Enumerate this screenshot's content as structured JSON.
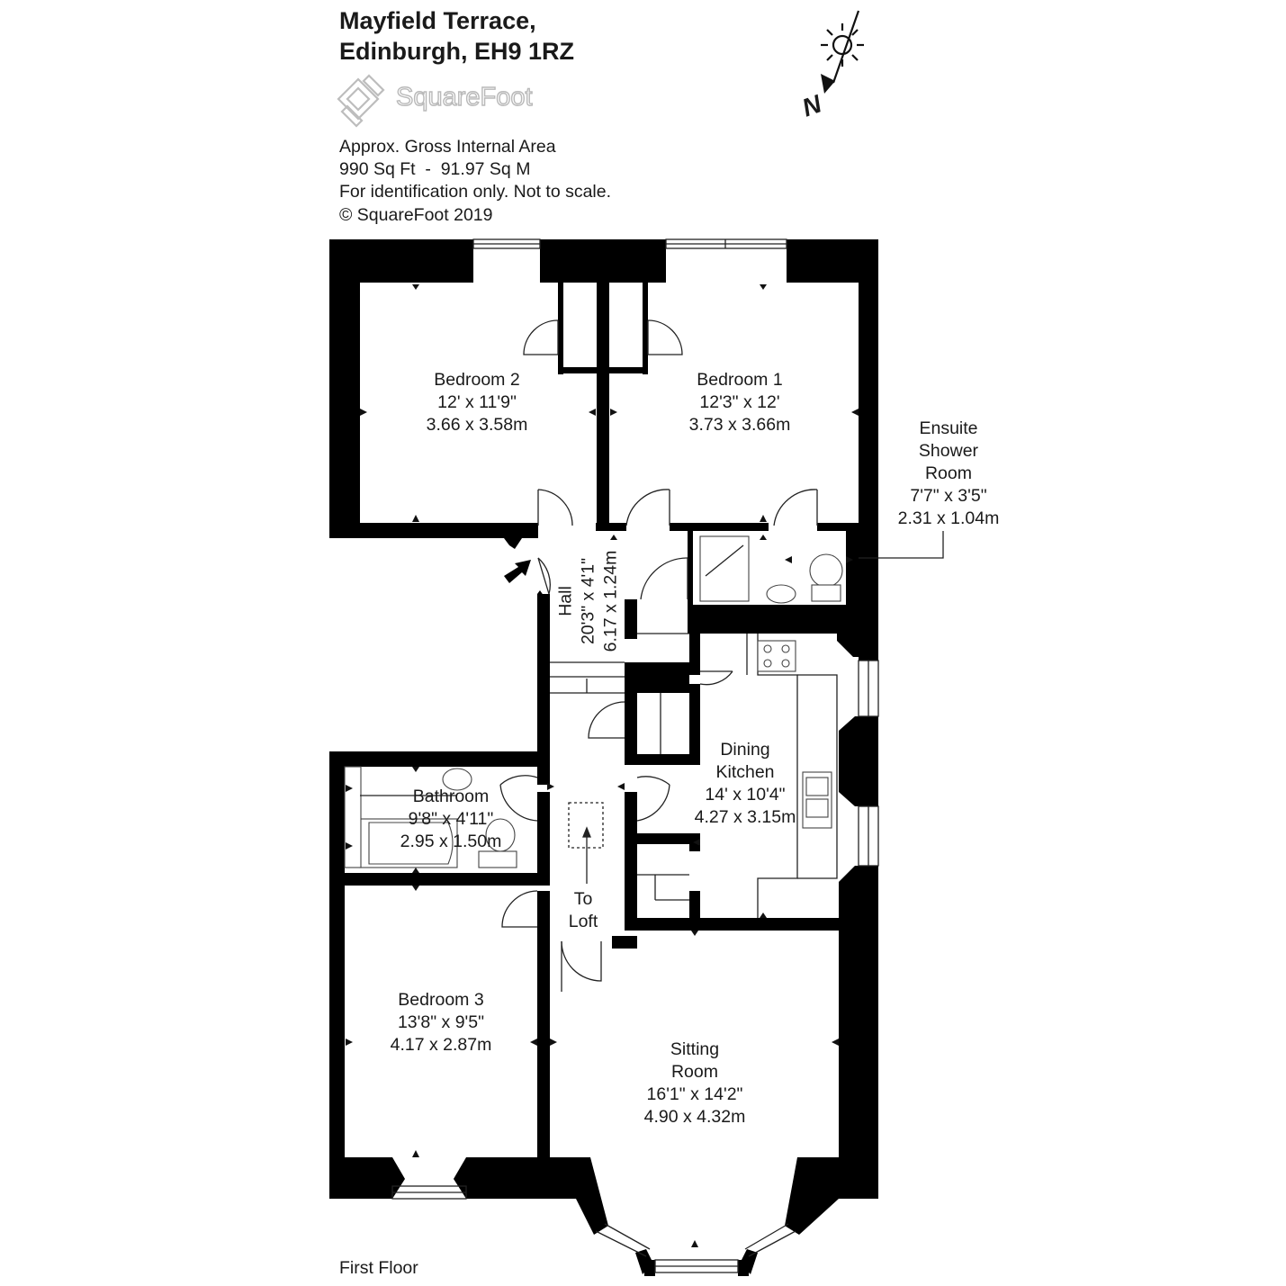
{
  "header": {
    "address_line1": "Mayfield Terrace,",
    "address_line2": "Edinburgh, EH9 1RZ"
  },
  "brand": {
    "logo_text": "SquareFoot"
  },
  "meta": {
    "line1": "Approx. Gross Internal Area",
    "line2": "990 Sq Ft  -  91.97 Sq M",
    "line3": "For identification only. Not to scale.",
    "line4": "© SquareFoot 2019"
  },
  "compass": {
    "label": "N",
    "icon": "compass-sun-icon"
  },
  "rooms": {
    "bedroom2": {
      "name": "Bedroom 2",
      "imperial": "12' x 11'9\"",
      "metric": "3.66 x 3.58m"
    },
    "bedroom1": {
      "name": "Bedroom 1",
      "imperial": "12'3\" x 12'",
      "metric": "3.73 x 3.66m"
    },
    "ensuite": {
      "name_line1": "Ensuite",
      "name_line2": "Shower",
      "name_line3": "Room",
      "imperial": "7'7\" x 3'5\"",
      "metric": "2.31 x 1.04m"
    },
    "hall": {
      "name": "Hall",
      "imperial": "20'3\" x 4'1\"",
      "metric": "6.17 x 1.24m"
    },
    "dining_kitchen": {
      "name_line1": "Dining",
      "name_line2": "Kitchen",
      "imperial": "14' x 10'4\"",
      "metric": "4.27 x 3.15m"
    },
    "bathroom": {
      "name": "Bathroom",
      "imperial": "9'8\" x 4'11\"",
      "metric": "2.95 x 1.50m"
    },
    "to_loft": {
      "line1": "To",
      "line2": "Loft"
    },
    "bedroom3": {
      "name": "Bedroom 3",
      "imperial": "13'8\" x 9'5\"",
      "metric": "4.17 x 2.87m"
    },
    "sitting_room": {
      "name_line1": "Sitting",
      "name_line2": "Room",
      "imperial": "16'1\" x 14'2\"",
      "metric": "4.90 x 4.32m"
    }
  },
  "floor_label": "First Floor"
}
